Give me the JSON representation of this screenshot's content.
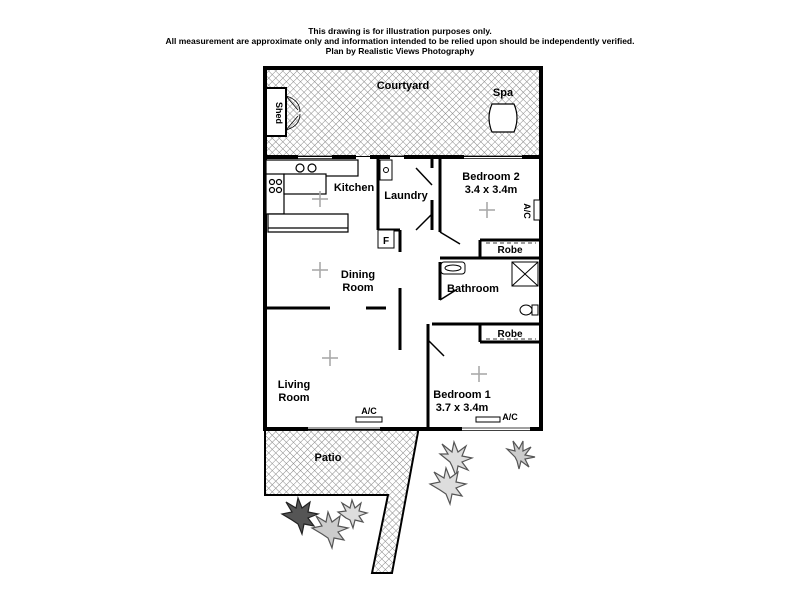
{
  "disclaimer": {
    "line1": "This drawing is for illustration purposes only.",
    "line2": "All measurement are approximate only and information intended to be relied upon should be independently verified.",
    "line3": "Plan by Realistic Views Photography"
  },
  "rooms": {
    "courtyard": "Courtyard",
    "spa": "Spa",
    "shed": "Shed",
    "kitchen": "Kitchen",
    "laundry": "Laundry",
    "fridge": "F",
    "bedroom2_name": "Bedroom 2",
    "bedroom2_size": "3.4 x 3.4m",
    "robe_upper": "Robe",
    "robe_lower": "Robe",
    "dining_line1": "Dining",
    "dining_line2": "Room",
    "bathroom": "Bathroom",
    "living_line1": "Living",
    "living_line2": "Room",
    "bedroom1_name": "Bedroom 1",
    "bedroom1_size": "3.7 x 3.4m",
    "patio": "Patio"
  },
  "fixtures": {
    "ac_bedroom2": "A/C",
    "ac_living": "A/C",
    "ac_bedroom1": "A/C"
  },
  "colors": {
    "wall": "#000000",
    "hatch": "#9a9a9a",
    "floor": "#ffffff"
  }
}
